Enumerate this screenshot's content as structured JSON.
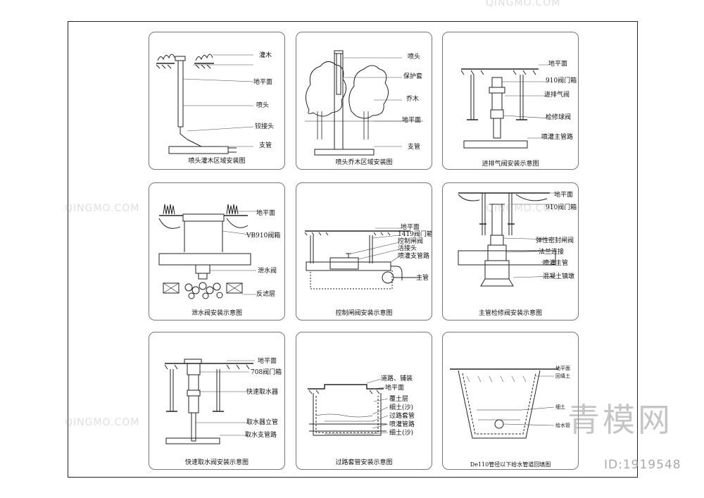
{
  "panels": [
    {
      "caption": "喷头灌木区域安装图",
      "labels": [
        "灌木",
        "地平面",
        "喷头",
        "铰接头",
        "支管"
      ]
    },
    {
      "caption": "喷头乔木区域安装图",
      "labels": [
        "喷头",
        "保护套",
        "乔木",
        "地平面",
        "支管"
      ]
    },
    {
      "caption": "进排气阀安装示意图",
      "labels": [
        "地平面",
        "910阀门箱",
        "进排气阀",
        "检修球阀",
        "喷灌主管路"
      ]
    },
    {
      "caption": "泄水阀安装示意图",
      "labels": [
        "地平面",
        "VB910阀箱",
        "泄水阀",
        "反滤层"
      ]
    },
    {
      "caption": "控制闸阀安装示意图",
      "labels": [
        "地平面",
        "1419阀门箱",
        "控制闸阀",
        "活接头",
        "喷灌支管路",
        "主管"
      ]
    },
    {
      "caption": "主管检修阀安装示意图",
      "labels": [
        "地平面",
        "910阀门箱",
        "弹性密封闸阀",
        "法兰连接",
        "喷灌主管",
        "混凝土镇墩"
      ]
    },
    {
      "caption": "快速取水阀安装示意图",
      "labels": [
        "地平面",
        "708阀门箱",
        "快速取水器",
        "取水器立管",
        "取水支管路"
      ]
    },
    {
      "caption": "过路套管安装示意图",
      "labels": [
        "道路、铺装",
        "地平面",
        "覆土层",
        "细土(沙)",
        "过路套管",
        "喷灌管路",
        "细土(沙)"
      ]
    },
    {
      "caption": "De110管径以下给水管道回填图",
      "labels": [
        "地平面",
        "回填土",
        "细土",
        "给水管"
      ]
    }
  ],
  "watermark": {
    "small": "QINGMO.COM",
    "big": "青模网",
    "id": "ID:1919548"
  }
}
